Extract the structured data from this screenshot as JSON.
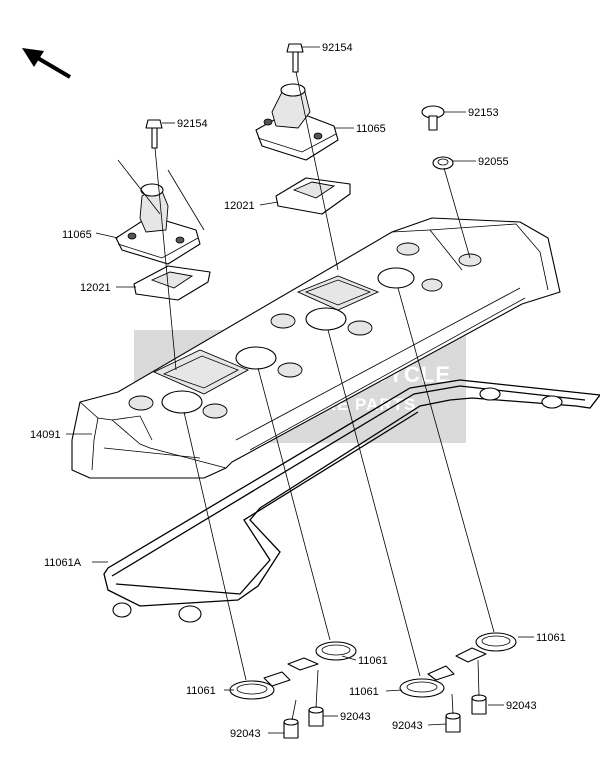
{
  "diagram": {
    "direction_marker": "arrow-icon",
    "watermark": {
      "line1": "MOTORCYCLE",
      "line2": "SPARE PARTS"
    },
    "labels": {
      "bolt_right": "92154",
      "bolt_left": "92154",
      "breather_right": "11065",
      "breather_left": "11065",
      "bolt_cap": "92153",
      "washer": "92055",
      "plate_right": "12021",
      "plate_left": "12021",
      "cover": "14091",
      "cover_gasket": "11061A",
      "plug_gasket_1": "11061",
      "plug_gasket_2": "11061",
      "plug_gasket_3": "11061",
      "plug_gasket_4": "11061",
      "collar_1": "92043",
      "collar_2": "92043",
      "collar_3": "92043",
      "collar_4": "92043"
    }
  }
}
